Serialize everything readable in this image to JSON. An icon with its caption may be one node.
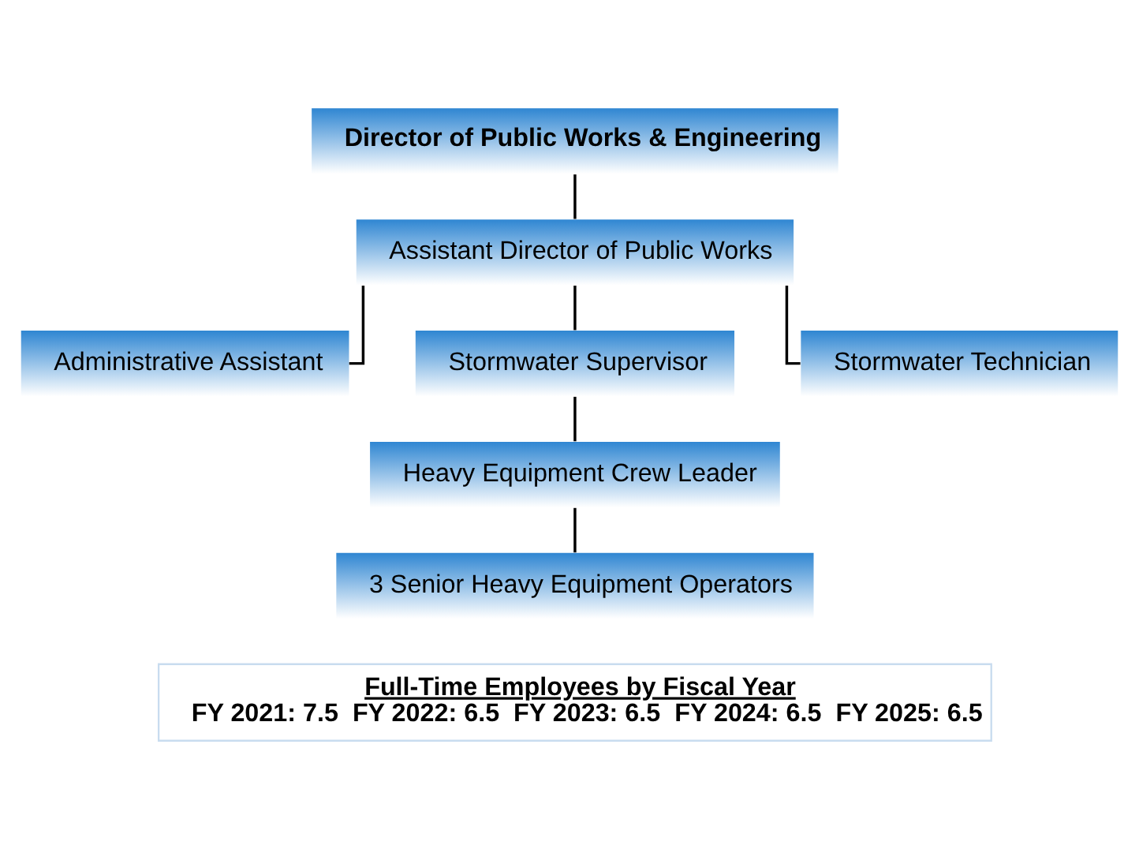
{
  "diagram": {
    "nodes": [
      {
        "text": [
          "Director of Public Works & Engineering"
        ]
      },
      {
        "text": [
          "Assistant Director of Public Works"
        ]
      },
      {
        "text": [
          "Administrative Assistant"
        ]
      },
      {
        "text": [
          "Stormwater Supervisor"
        ]
      },
      {
        "text": [
          "Stormwater Technician"
        ]
      },
      {
        "text": [
          "Heavy Equipment Crew Leader"
        ]
      },
      {
        "text": [
          "3 Senior Heavy Equipment Operators"
        ]
      },
      {
        "text": [
          "Full-Time Employees by Fiscal Year",
          "FY 2021: 7.5  FY 2022: 6.5  FY 2023: 6.5  FY 2024: 6.5  FY 2025: 6.5"
        ]
      }
    ],
    "edges": [
      {
        "from": 0,
        "to": 1,
        "arrow": "none"
      },
      {
        "from": 1,
        "to": 2,
        "arrow": "none"
      },
      {
        "from": 1,
        "to": 3,
        "arrow": "none"
      },
      {
        "from": 1,
        "to": 4,
        "arrow": "none"
      },
      {
        "from": 3,
        "to": 5,
        "arrow": "none"
      },
      {
        "from": 5,
        "to": 6,
        "arrow": "none"
      }
    ]
  }
}
